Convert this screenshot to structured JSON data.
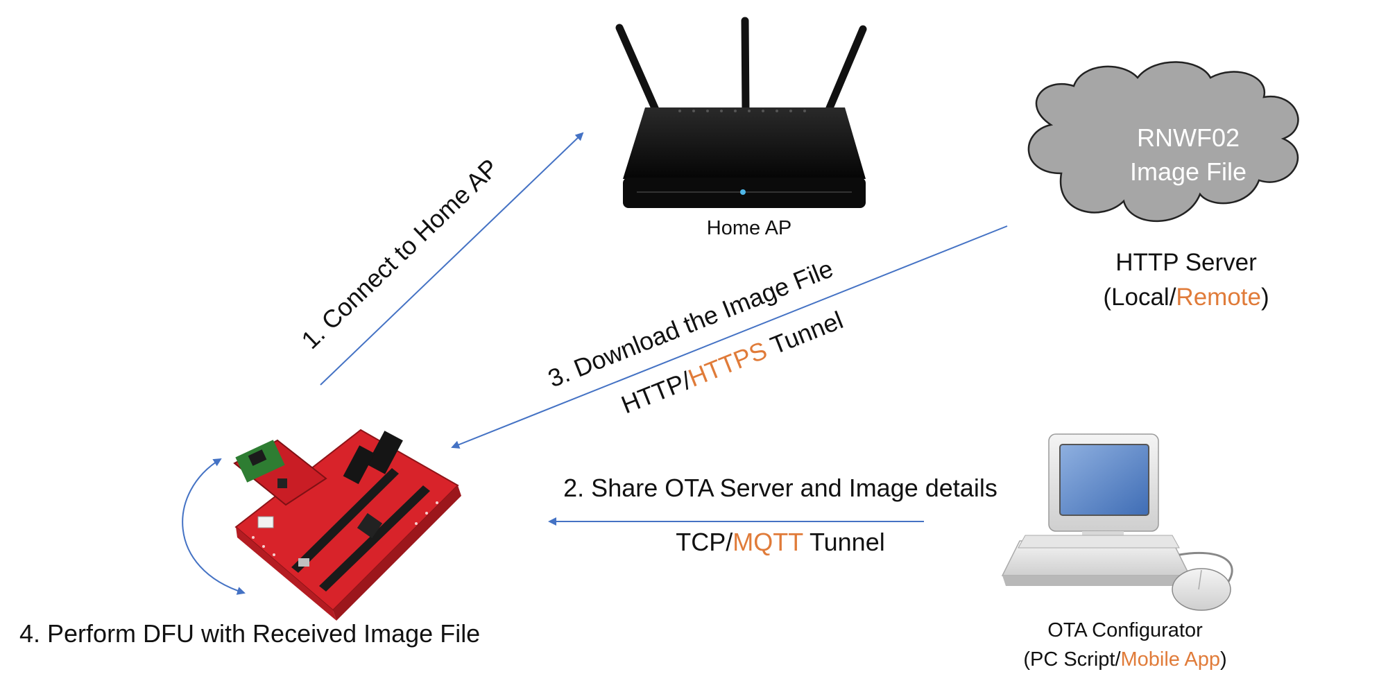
{
  "home_ap": {
    "label": "Home AP"
  },
  "cloud": {
    "line1": "RNWF02",
    "line2": "Image File"
  },
  "http_server": {
    "title": "HTTP Server",
    "open": "(",
    "local": "Local/",
    "remote": "Remote",
    "close": ")"
  },
  "step1": {
    "text": "1. Connect to Home AP"
  },
  "step3": {
    "line1": "3. Download the Image File",
    "http": "HTTP/",
    "https": "HTTPS",
    "tunnel": " Tunnel"
  },
  "step2": {
    "line1": "2. Share OTA Server and Image details",
    "tcp": "TCP/",
    "mqtt": "MQTT",
    "tunnel": " Tunnel"
  },
  "step4": {
    "text": "4. Perform DFU with Received Image File"
  },
  "configurator": {
    "title": "OTA Configurator",
    "open": "(PC Script/",
    "mobile": "Mobile App",
    "close": ")"
  },
  "colors": {
    "arrow": "#4472c4",
    "accent": "#e07b39",
    "cloud": "#a6a6a6",
    "board": "#d8232a"
  }
}
